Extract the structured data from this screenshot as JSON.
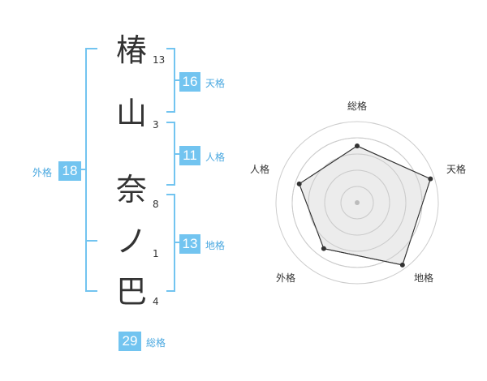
{
  "name_chars": [
    {
      "char": "椿",
      "strokes": "13"
    },
    {
      "char": "山",
      "strokes": "3"
    },
    {
      "char": "奈",
      "strokes": "8"
    },
    {
      "char": "ノ",
      "strokes": "1"
    },
    {
      "char": "巴",
      "strokes": "4"
    }
  ],
  "fortunes": {
    "tenkaku": {
      "value": "16",
      "label": "天格"
    },
    "jinkaku": {
      "value": "11",
      "label": "人格"
    },
    "chikaku": {
      "value": "13",
      "label": "地格"
    },
    "gaikaku": {
      "value": "18",
      "label": "外格"
    },
    "soukaku": {
      "value": "29",
      "label": "総格"
    }
  },
  "colors": {
    "accent": "#72c4f0",
    "bracket": "#72c4f0",
    "radar_fill": "#eeeeee",
    "ring": "#cccccc"
  },
  "chart_data": {
    "type": "radar",
    "axes": [
      "総格",
      "天格",
      "地格",
      "外格",
      "人格"
    ],
    "values": [
      0.7,
      0.95,
      0.95,
      0.7,
      0.75
    ],
    "rings": 5
  }
}
